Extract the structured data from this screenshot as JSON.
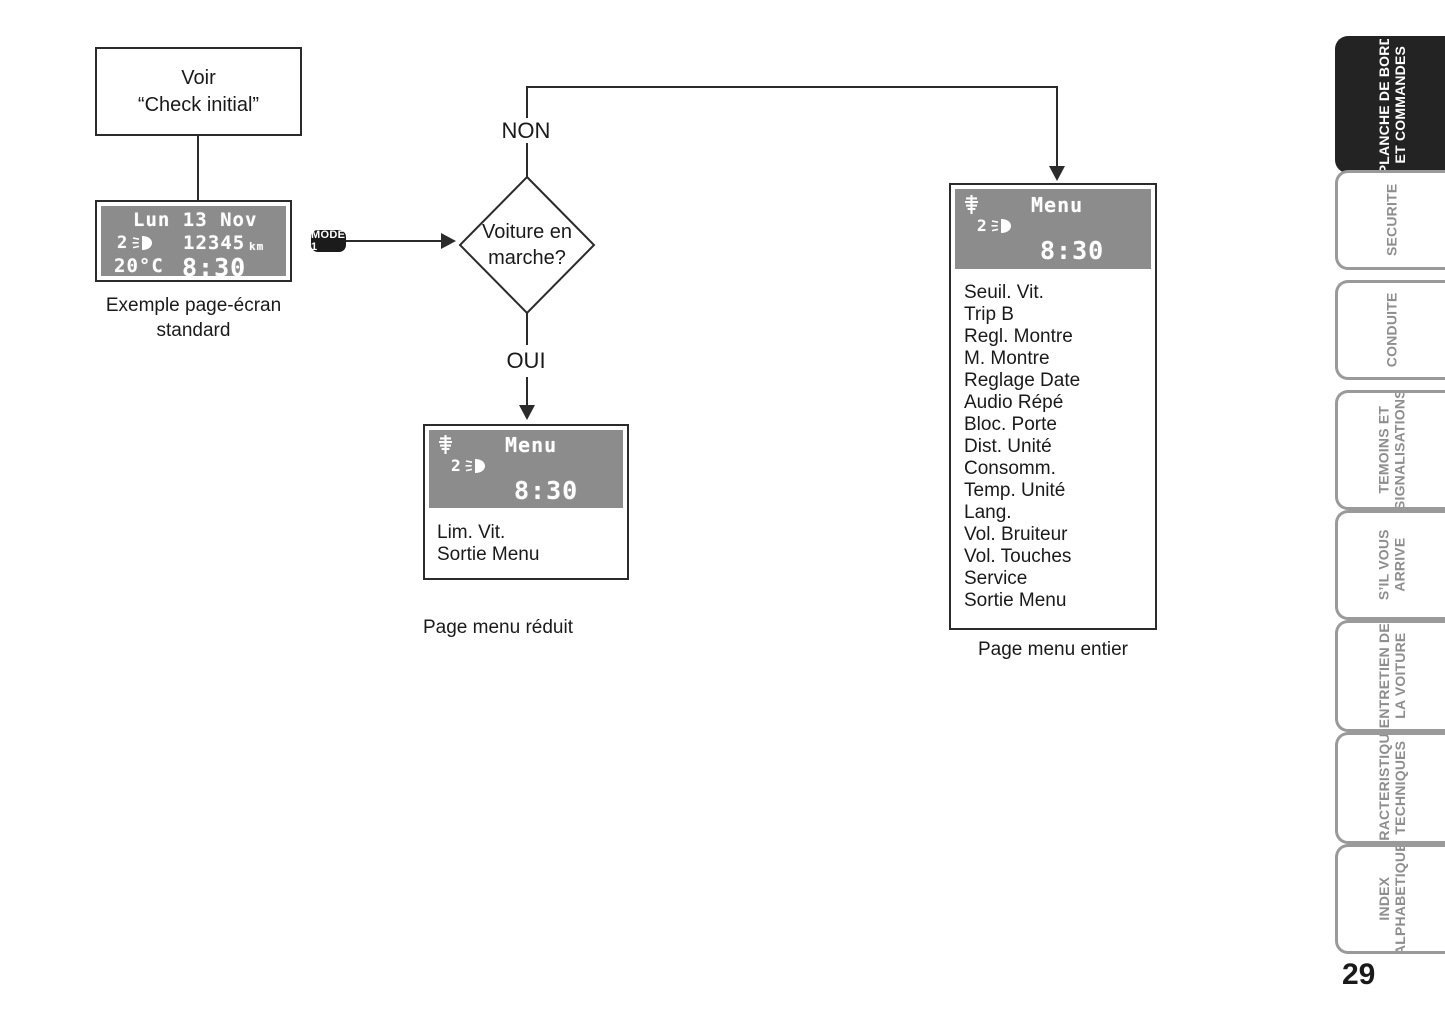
{
  "page": {
    "number": "29"
  },
  "flow": {
    "start_box": {
      "line1": "Voir",
      "line2": "“Check initial”"
    },
    "mode_button": {
      "label": "MODE 1"
    },
    "decision": {
      "text": "Voiture en marche?",
      "branch_no": "NON",
      "branch_yes": "OUI"
    },
    "standard_screen": {
      "caption": "Exemple page-écran standard",
      "date": "Lun 13 Nov",
      "gear": "2",
      "odometer": "12345",
      "odometer_unit": "km",
      "temperature": "20°C",
      "clock": "8:30",
      "headlight_icon": "headlight-icon"
    },
    "reduced_menu": {
      "caption": "Page menu réduit",
      "screen": {
        "title": "Menu",
        "gear": "2",
        "clock": "8:30",
        "glow_icon": "glow-plug-icon",
        "headlight_icon": "headlight-icon"
      },
      "items": [
        "Lim. Vit.",
        "Sortie Menu"
      ]
    },
    "full_menu": {
      "caption": "Page menu entier",
      "screen": {
        "title": "Menu",
        "gear": "2",
        "clock": "8:30",
        "glow_icon": "glow-plug-icon",
        "headlight_icon": "headlight-icon"
      },
      "items": [
        "Seuil. Vit.",
        "Trip B",
        "Regl. Montre",
        "M. Montre",
        "Reglage Date",
        "Audio Répé",
        "Bloc. Porte",
        "Dist. Unité",
        "Consomm.",
        "Temp. Unité",
        "Lang.",
        "Vol. Bruiteur",
        "Vol. Touches",
        "Service",
        "Sortie Menu"
      ]
    }
  },
  "tabs": [
    {
      "label": "PLANCHE DE BORD ET COMMANDES",
      "active": true
    },
    {
      "label": "SECURITE",
      "active": false
    },
    {
      "label": "CONDUITE",
      "active": false
    },
    {
      "label": "TEMOINS ET SIGNALISATIONS",
      "active": false
    },
    {
      "label": "S’IL VOUS ARRIVE",
      "active": false
    },
    {
      "label": "ENTRETIEN DE LA VOITURE",
      "active": false
    },
    {
      "label": "CARACTERISTIQUES TECHNIQUES",
      "active": false
    },
    {
      "label": "INDEX ALPHABETIQUE",
      "active": false
    }
  ],
  "colors": {
    "lcd_background": "#8c8c8c",
    "lcd_text": "#ffffff",
    "line": "#2b2b2b",
    "tab_inactive_border": "#9a9a9a",
    "tab_active_background": "#232323"
  }
}
